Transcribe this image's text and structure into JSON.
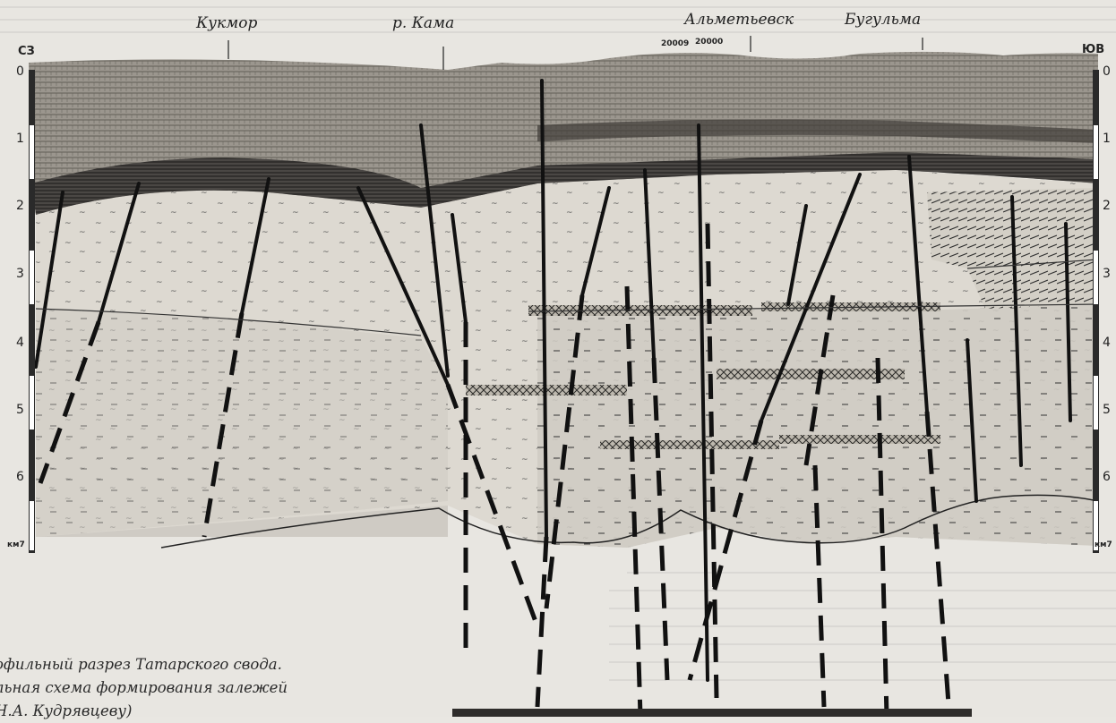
{
  "places": {
    "kukmor": "Кукмор",
    "kama": "р. Кама",
    "almetyevsk": "Альметьевск",
    "bugulma": "Бугульма"
  },
  "directions": {
    "left": "СЗ",
    "right": "ЮВ"
  },
  "depth_scale": {
    "ticks": [
      "0",
      "1",
      "2",
      "3",
      "4",
      "5",
      "6"
    ],
    "unit_label": "км7"
  },
  "wells": {
    "w1": "20009",
    "w2": "20000"
  },
  "caption": {
    "line1": "офильный разрез Татарского свода.",
    "line2": "льная схема формирования залежей",
    "line3": "Н.А. Кудрявцеву)"
  },
  "colors": {
    "paper": "#e9e7e2",
    "sediment": "#9a958d",
    "sediment_dark": "#3b3936",
    "basement": "#dcd8d0",
    "ink": "#1d1d1d"
  }
}
